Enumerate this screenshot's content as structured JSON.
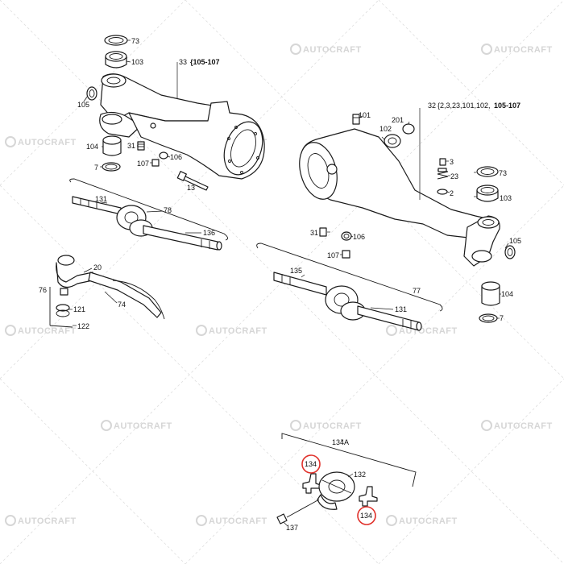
{
  "watermark": {
    "text": "AUTOCRAFT"
  },
  "colors": {
    "line": "#1a1a1a",
    "watermark": "#d6d6d6",
    "highlight": "#e0302a",
    "background": "#ffffff"
  },
  "left_axle": {
    "housing_label": "33",
    "housing_ref": "{105-107",
    "parts": {
      "p73": "73",
      "p103": "103",
      "p105": "105",
      "p104": "104",
      "p7": "7",
      "p31": "31",
      "p107": "107",
      "p106": "106",
      "p13": "13"
    }
  },
  "left_shaft": {
    "assembly": "78",
    "p131": "131",
    "p136": "136"
  },
  "tie_rod": {
    "p20": "20",
    "p76": "76",
    "p74": "74",
    "p121": "121",
    "p122": "122"
  },
  "right_axle": {
    "housing_label": "32",
    "housing_ref": "{2,3,23,101,102,",
    "housing_ref_bold": "105-107",
    "parts": {
      "p101": "101",
      "p102": "102",
      "p201": "201",
      "p3": "3",
      "p23": "23",
      "p2": "2",
      "p73": "73",
      "p103": "103",
      "p31": "31",
      "p106": "106",
      "p107": "107",
      "p105": "105",
      "p104": "104",
      "p7": "7"
    }
  },
  "right_shaft": {
    "assembly": "77",
    "p135": "135",
    "p131": "131"
  },
  "joint_kit": {
    "title": "134A",
    "p134_top": "134",
    "p132": "132",
    "p134_bottom": "134",
    "p137": "137"
  }
}
